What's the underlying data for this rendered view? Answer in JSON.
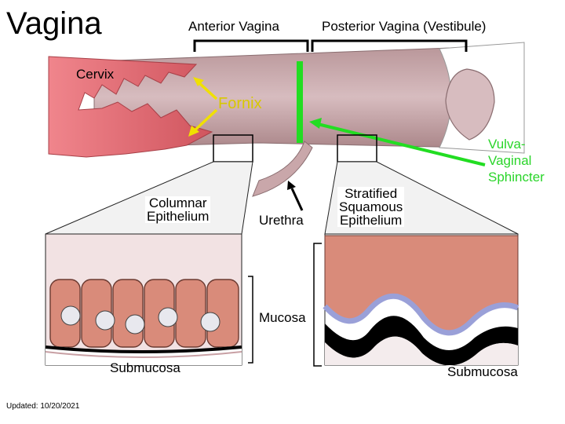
{
  "title": "Vagina",
  "headers": {
    "anterior": "Anterior Vagina",
    "posterior": "Posterior Vagina (Vestibule)"
  },
  "labels": {
    "cervix": "Cervix",
    "fornix": "Fornix",
    "columnar": "Columnar\nEpithelium",
    "urethra": "Urethra",
    "stratified": "Stratified\nSquamous\nEpithelium",
    "sphincter": "Vulva-\nVaginal\nSphincter",
    "mucosa": "Mucosa",
    "submucosa_left": "Submucosa",
    "submucosa_right": "Submucosa"
  },
  "footer": {
    "updated": "Updated: 10/20/2021"
  },
  "colors": {
    "cervix_tissue": "#e06a72",
    "vaginal_tube": "#c9a7aa",
    "epithelium_cell": "#d98b7a",
    "stroma": "#f2e2e3",
    "arrow_yellow": "#f0e000",
    "arrow_green": "#22dd22",
    "fornix_text": "#d8c800",
    "sphincter_text": "#2ad52a"
  }
}
